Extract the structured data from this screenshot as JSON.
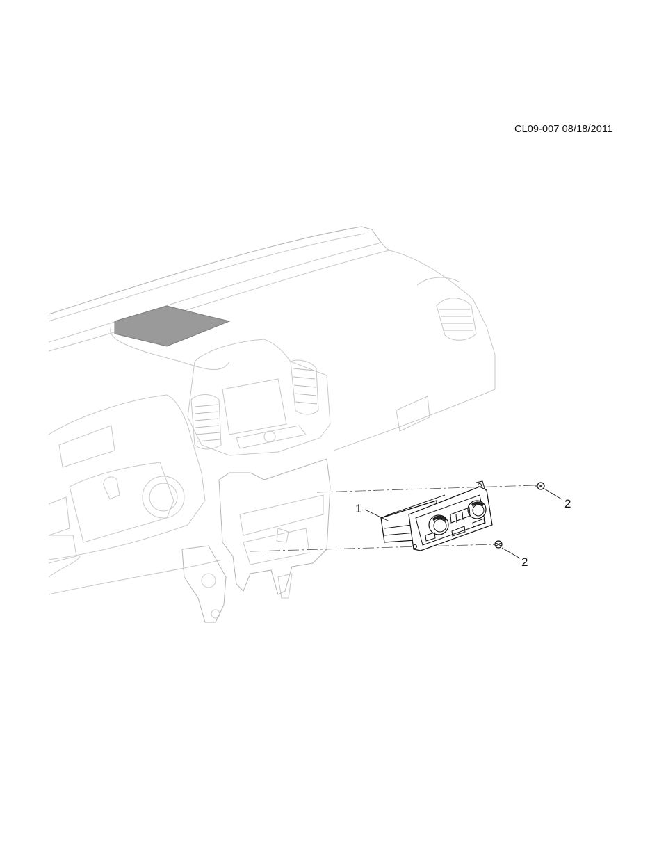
{
  "header": {
    "drawing_code": "CL09-007 08/18/2011"
  },
  "callouts": [
    {
      "label": "1",
      "part": "climate control module"
    },
    {
      "label": "2",
      "part": "screw upper"
    },
    {
      "label": "2",
      "part": "screw lower"
    }
  ]
}
